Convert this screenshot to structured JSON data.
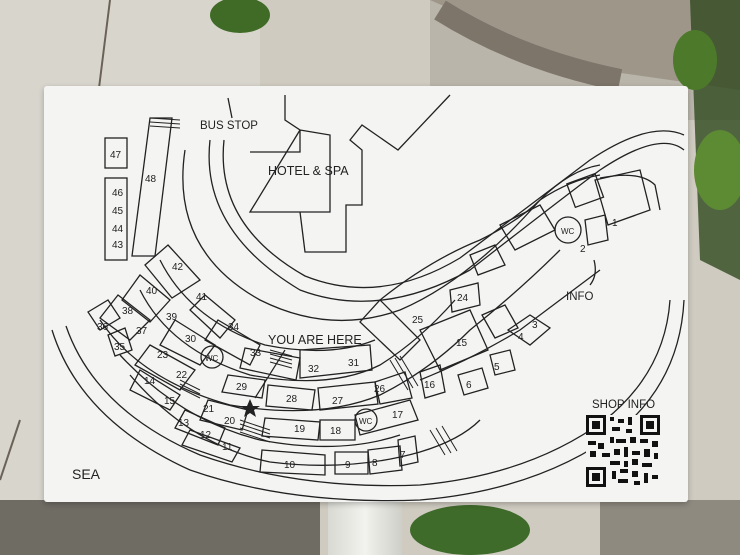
{
  "map": {
    "labels": {
      "bus_stop": "BUS STOP",
      "hotel": "HOTEL & SPA",
      "you_are_here": "YOU ARE HERE",
      "info": "INFO",
      "sea": "SEA",
      "shop_info": "SHOP INFO",
      "wc": "WC"
    },
    "units": [
      "1",
      "2",
      "3",
      "4",
      "5",
      "6",
      "7",
      "8",
      "9",
      "10",
      "11",
      "12",
      "13",
      "14",
      "15",
      "15",
      "16",
      "17",
      "18",
      "19",
      "20",
      "21",
      "22",
      "23",
      "24",
      "25",
      "26",
      "27",
      "28",
      "29",
      "30",
      "31",
      "32",
      "33",
      "34",
      "35",
      "36",
      "37",
      "38",
      "39",
      "40",
      "41",
      "42",
      "43",
      "44",
      "45",
      "46",
      "47",
      "48"
    ]
  },
  "colors": {
    "ink": "#222222",
    "board": "#f4f5f3",
    "foliage": "#4f7a2f"
  }
}
